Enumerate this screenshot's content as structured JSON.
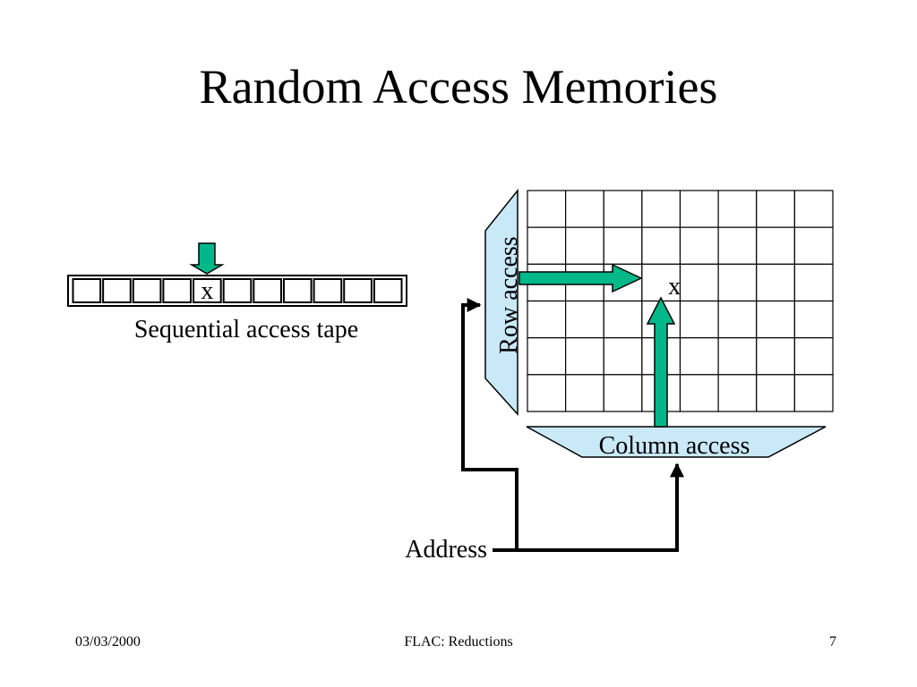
{
  "slide": {
    "title": "Random Access Memories"
  },
  "tape": {
    "cell_count": 11,
    "head_cell_index": 4,
    "marker": "x",
    "label": "Sequential access tape"
  },
  "ram": {
    "rows": 6,
    "columns": 8,
    "marker": "x",
    "marker_row": 2,
    "marker_column": 3,
    "row_access_label": "Row access",
    "column_access_label": "Column access",
    "address_label": "Address"
  },
  "colors": {
    "arrow_fill": "#00b88a",
    "decoder_fill": "#c9e8f8",
    "line": "#000000"
  },
  "footer": {
    "date": "03/03/2000",
    "center": "FLAC: Reductions",
    "page": "7"
  }
}
